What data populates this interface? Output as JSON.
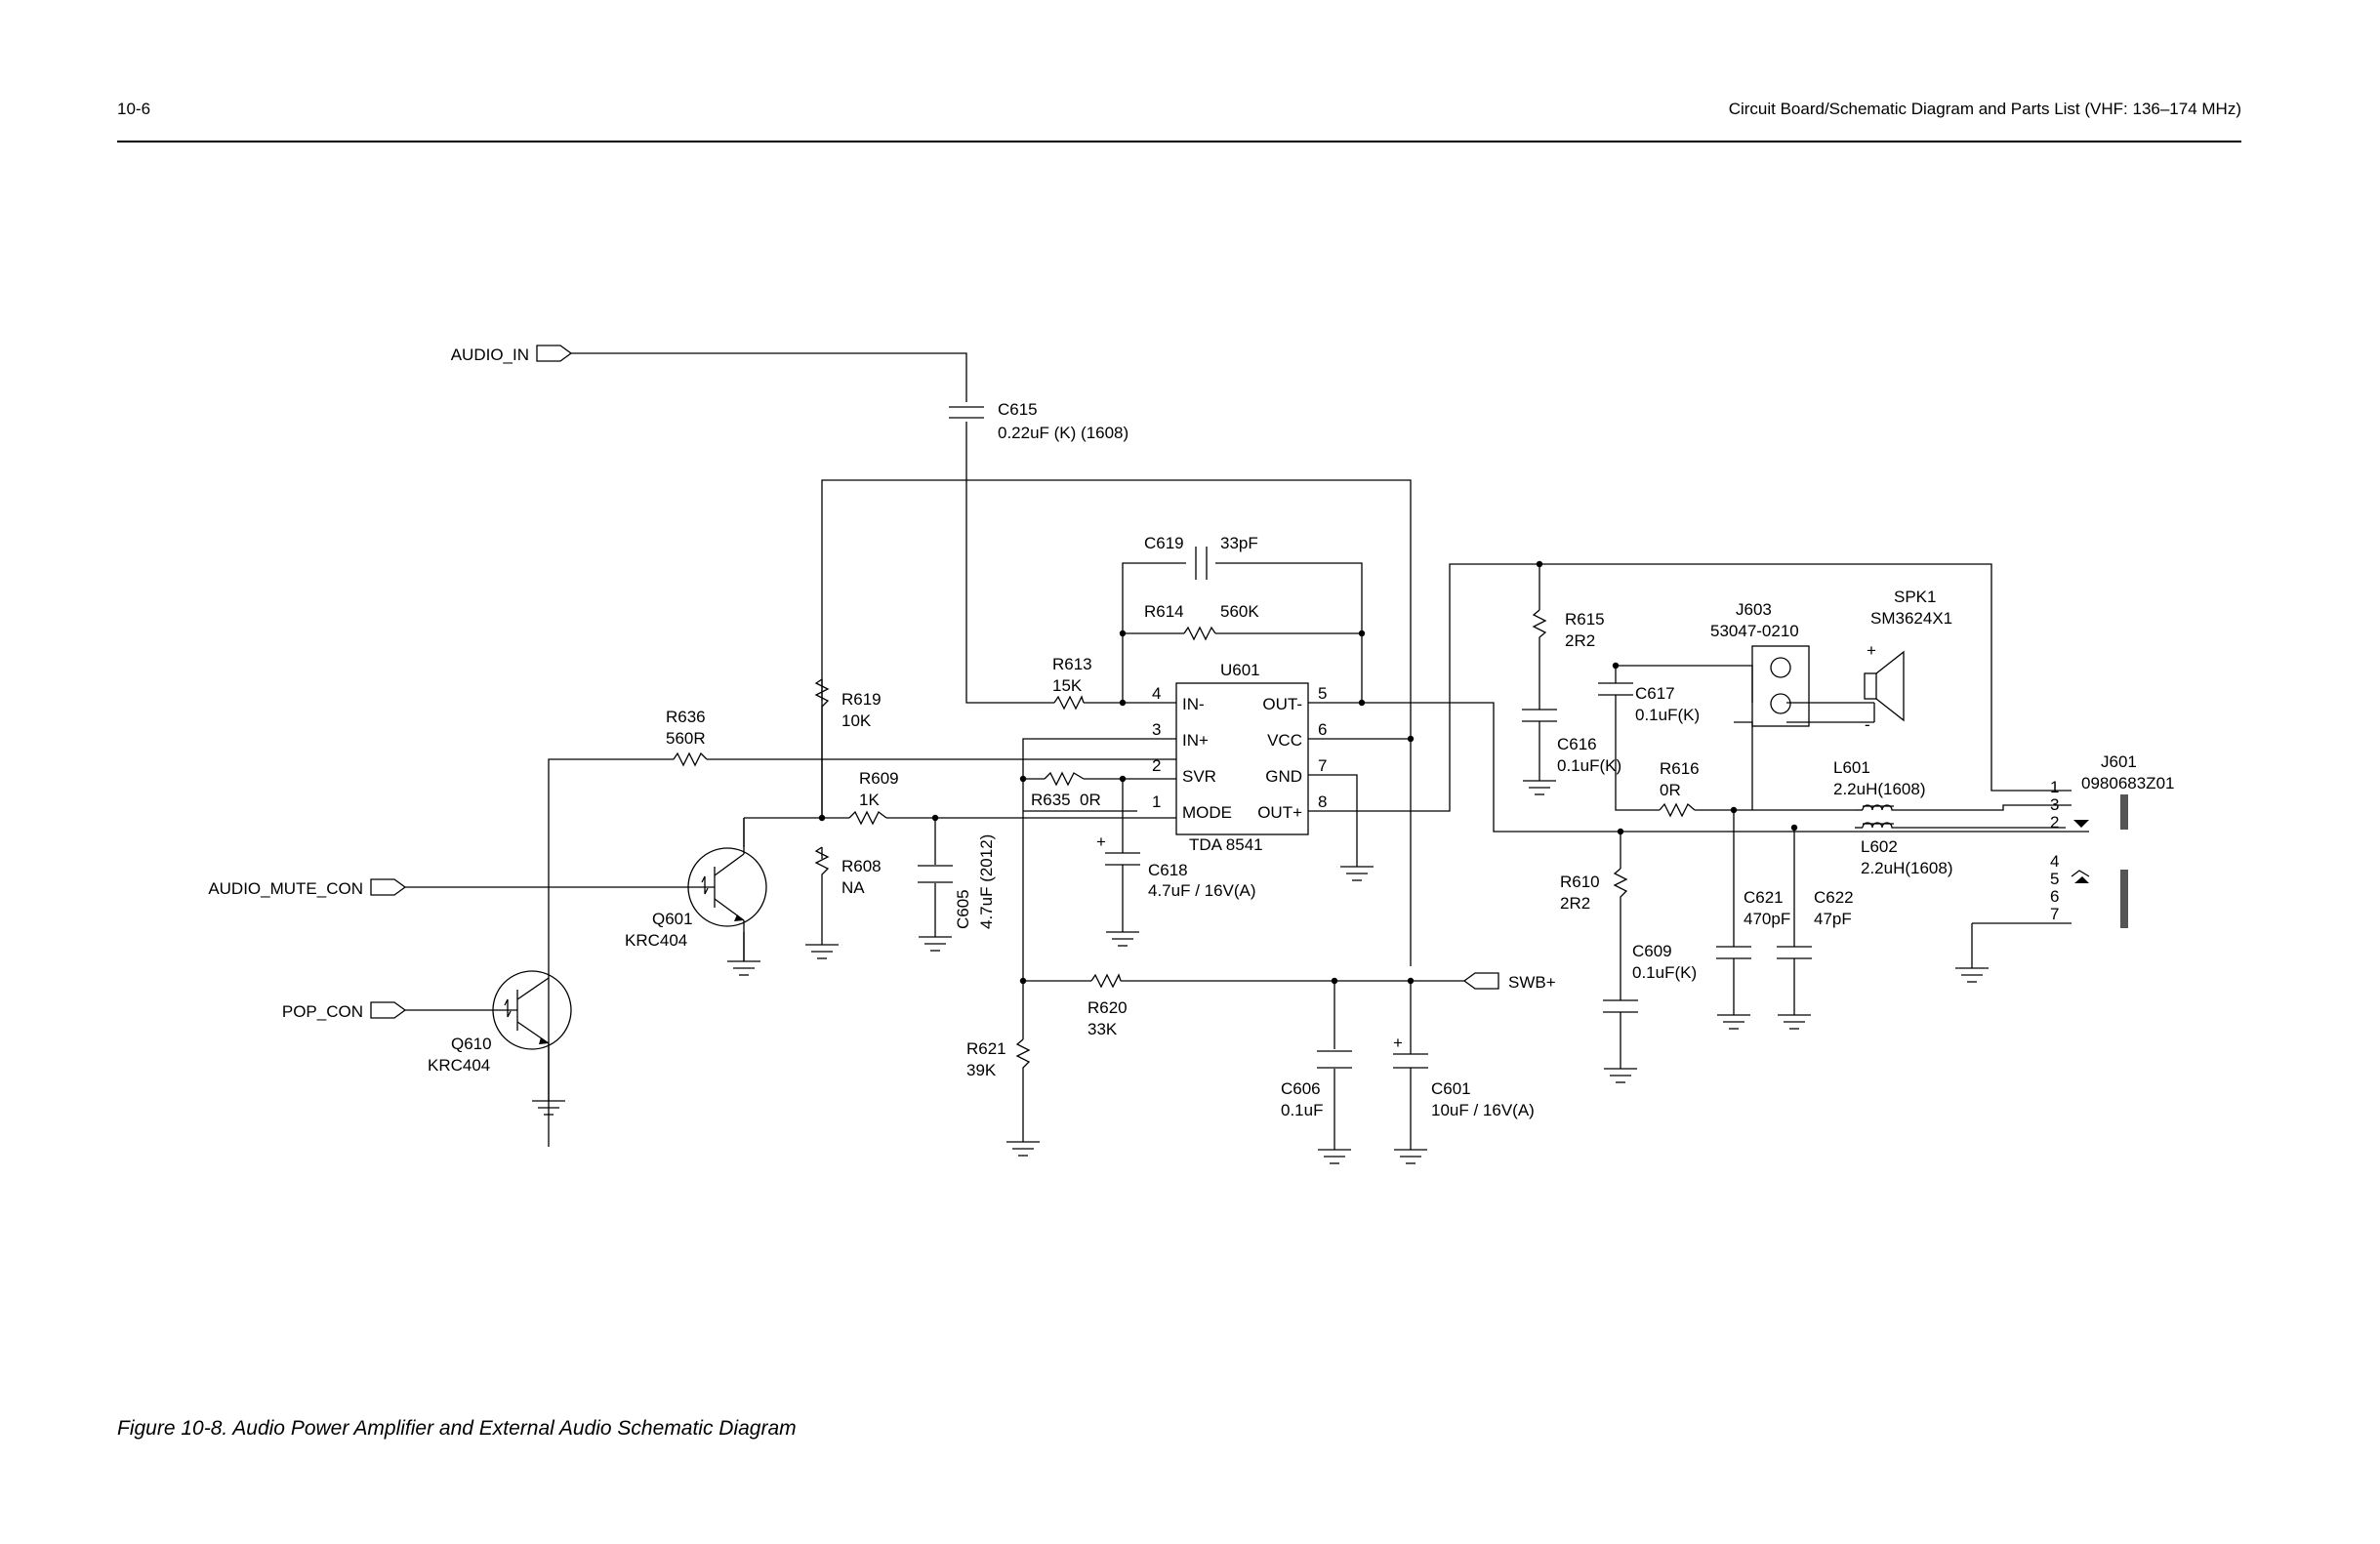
{
  "header": {
    "page_number": "10-6",
    "section_title": "Circuit Board/Schematic Diagram and Parts List (VHF: 136–174 MHz)"
  },
  "figure_caption": "Figure 10-8. Audio Power Amplifier and External Audio Schematic Diagram",
  "ports": {
    "audio_in": "AUDIO_IN",
    "audio_mute_con": "AUDIO_MUTE_CON",
    "pop_con": "POP_CON",
    "swb": "SWB+"
  },
  "ic": {
    "ref": "U601",
    "part": "TDA 8541",
    "pins": {
      "in_minus": {
        "num": "4",
        "name": "IN-"
      },
      "in_plus": {
        "num": "3",
        "name": "IN+"
      },
      "svr": {
        "num": "2",
        "name": "SVR"
      },
      "mode": {
        "num": "1",
        "name": "MODE"
      },
      "out_minus": {
        "num": "5",
        "name": "OUT-"
      },
      "vcc": {
        "num": "6",
        "name": "VCC"
      },
      "gnd": {
        "num": "7",
        "name": "GND"
      },
      "out_plus": {
        "num": "8",
        "name": "OUT+"
      }
    }
  },
  "components": {
    "c615": {
      "ref": "C615",
      "value": "0.22uF (K) (1608)"
    },
    "c619": {
      "ref": "C619",
      "value": "33pF"
    },
    "r614": {
      "ref": "R614",
      "value": "560K"
    },
    "r613": {
      "ref": "R613",
      "value": "15K"
    },
    "r619": {
      "ref": "R619",
      "value": "10K"
    },
    "r636": {
      "ref": "R636",
      "value": "560R"
    },
    "r609": {
      "ref": "R609",
      "value": "1K"
    },
    "r635": {
      "ref": "R635",
      "value": "0R"
    },
    "r608": {
      "ref": "R608",
      "value": "NA"
    },
    "c605": {
      "ref": "C605",
      "value": "4.7uF (2012)"
    },
    "c618": {
      "ref": "C618",
      "value": "4.7uF / 16V(A)"
    },
    "q601": {
      "ref": "Q601",
      "value": "KRC404"
    },
    "q610": {
      "ref": "Q610",
      "value": "KRC404"
    },
    "r620": {
      "ref": "R620",
      "value": "33K"
    },
    "r621": {
      "ref": "R621",
      "value": "39K"
    },
    "c606": {
      "ref": "C606",
      "value": "0.1uF"
    },
    "c601": {
      "ref": "C601",
      "value": "10uF / 16V(A)"
    },
    "r615": {
      "ref": "R615",
      "value": "2R2"
    },
    "c616": {
      "ref": "C616",
      "value": "0.1uF(K)"
    },
    "c617": {
      "ref": "C617",
      "value": "0.1uF(K)"
    },
    "r616": {
      "ref": "R616",
      "value": "0R"
    },
    "r610": {
      "ref": "R610",
      "value": "2R2"
    },
    "c609": {
      "ref": "C609",
      "value": "0.1uF(K)"
    },
    "c621": {
      "ref": "C621",
      "value": "470pF"
    },
    "c622": {
      "ref": "C622",
      "value": "47pF"
    },
    "l601": {
      "ref": "L601",
      "value": "2.2uH(1608)"
    },
    "l602": {
      "ref": "L602",
      "value": "2.2uH(1608)"
    },
    "j603": {
      "ref": "J603",
      "value": "53047-0210"
    },
    "spk1": {
      "ref": "SPK1",
      "value": "SM3624X1"
    },
    "j601": {
      "ref": "J601",
      "value": "0980683Z01"
    }
  },
  "markers": {
    "plus": "+",
    "minus": "-",
    "ground": "-",
    "j601_pins": [
      "1",
      "3",
      "2",
      "4",
      "5",
      "6",
      "7"
    ]
  }
}
